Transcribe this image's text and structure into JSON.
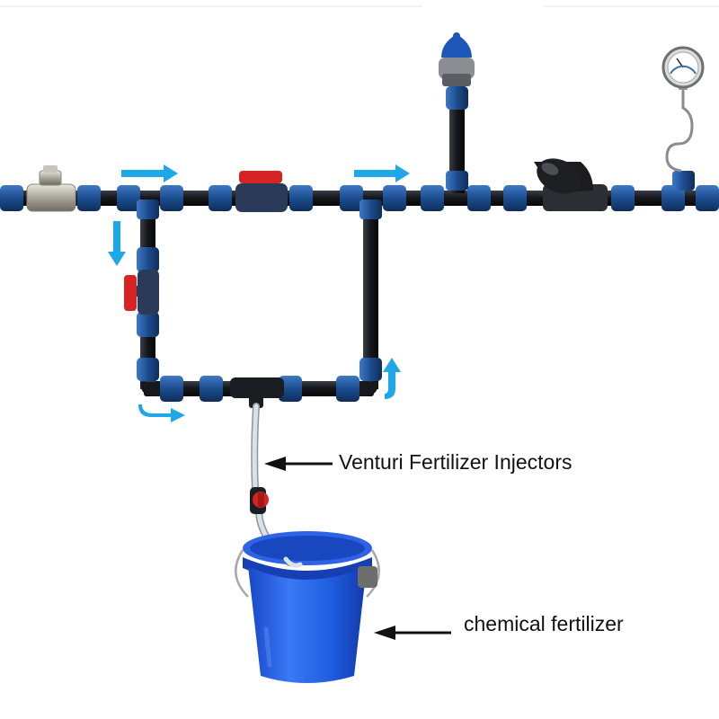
{
  "labels": {
    "venturi": "Venturi Fertilizer Injectors",
    "fertilizer": "chemical fertilizer"
  },
  "icons": {
    "flow_arrow": "flow-direction-arrow",
    "ball_valve": "red-handle-ball-valve",
    "gate_valve": "brass-gate-valve",
    "air_release_valve": "air-release-valve",
    "filter": "disc-filter",
    "pressure_gauge": "pressure-gauge",
    "bucket": "fertilizer-bucket"
  },
  "colors": {
    "pipe": "#16181c",
    "fitting": "#1c4d8f",
    "fitting_dark": "#0f2d5a",
    "arrow": "#1fa8e8",
    "valve_handle": "#d42424",
    "bucket": "#1f5de0",
    "hose": "#c9d2d8",
    "label_text": "#111111"
  }
}
